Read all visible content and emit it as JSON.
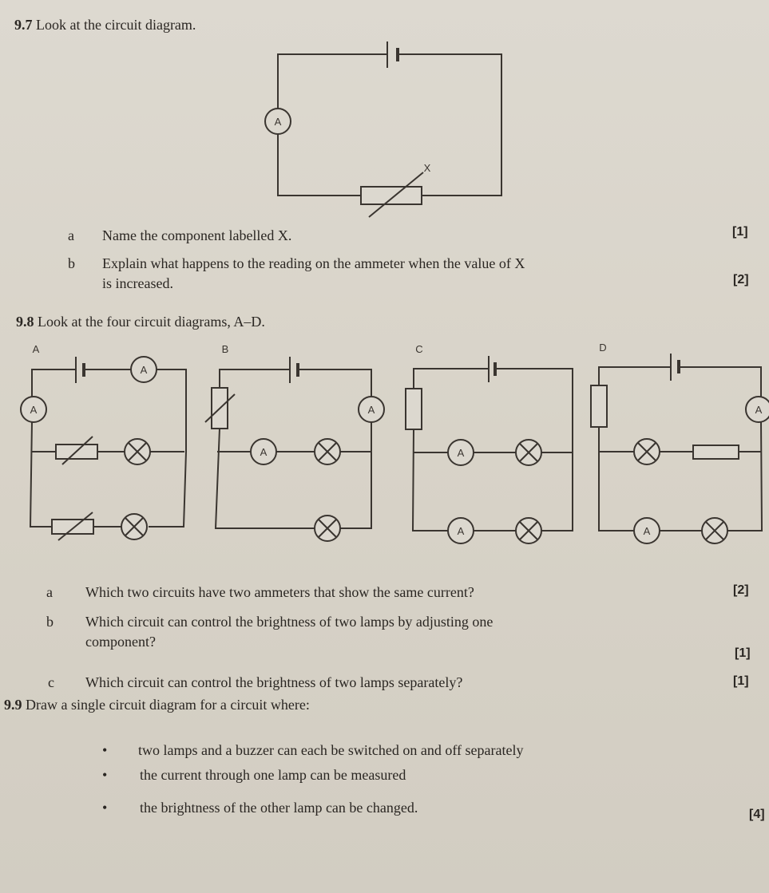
{
  "q97": {
    "number": "9.7",
    "prompt": "Look at the circuit diagram.",
    "diagram": {
      "ammeter_label": "A",
      "component_label": "X"
    },
    "parts": [
      {
        "letter": "a",
        "text": "Name the component labelled X.",
        "marks": "[1]"
      },
      {
        "letter": "b",
        "text_line1": "Explain what happens to the reading on the ammeter when the value of X",
        "text_line2": "is increased.",
        "marks": "[2]"
      }
    ]
  },
  "q98": {
    "number": "9.8",
    "prompt": "Look at the four circuit diagrams, A–D.",
    "circuits": [
      {
        "label": "A",
        "ammeter_label": "A"
      },
      {
        "label": "B",
        "ammeter_label": "A"
      },
      {
        "label": "C",
        "ammeter_label": "A"
      },
      {
        "label": "D",
        "ammeter_label": "A"
      }
    ],
    "parts": [
      {
        "letter": "a",
        "text": "Which two circuits have two ammeters that show the same current?",
        "marks": "[2]"
      },
      {
        "letter": "b",
        "text_line1": "Which circuit can control the brightness of two lamps by adjusting one",
        "text_line2": "component?",
        "marks": "[1]"
      },
      {
        "letter": "c",
        "text": "Which circuit can control the brightness of two lamps separately?",
        "marks": "[1]"
      }
    ]
  },
  "q99": {
    "number": "9.9",
    "prompt": "Draw a single circuit diagram for a circuit where:",
    "bullets": [
      "two lamps and a buzzer can each be switched on and off separately",
      "the current through one lamp can be measured",
      "the brightness of the other lamp can be changed."
    ],
    "bullet_symbol": "•",
    "marks": "[4]"
  }
}
